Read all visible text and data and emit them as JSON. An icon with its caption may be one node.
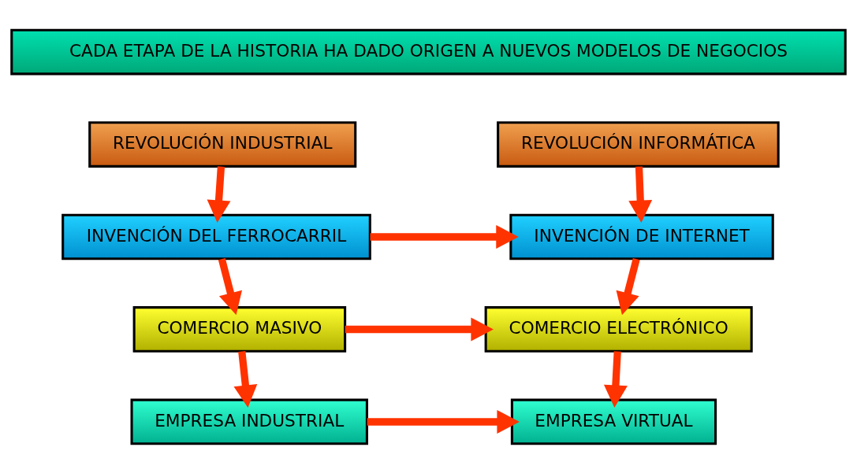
{
  "diagram": {
    "nodes": [
      {
        "text": [
          "CADA ETAPA DE LA HISTORIA HA DADO ORIGEN A NUEVOS MODELOS DE NEGOCIOS"
        ]
      },
      {
        "text": [
          "REVOLUCIÓN INDUSTRIAL"
        ]
      },
      {
        "text": [
          "REVOLUCIÓN INFORMÁTICA"
        ]
      },
      {
        "text": [
          "INVENCIÓN DEL FERROCARRIL"
        ]
      },
      {
        "text": [
          "INVENCIÓN DE INTERNET"
        ]
      },
      {
        "text": [
          "COMERCIO MASIVO"
        ]
      },
      {
        "text": [
          "COMERCIO ELECTRÓNICO"
        ]
      },
      {
        "text": [
          "EMPRESA INDUSTRIAL"
        ]
      },
      {
        "text": [
          "EMPRESA VIRTUAL"
        ]
      }
    ],
    "edges": [
      {
        "from": 1,
        "to": 3,
        "arrow": "to"
      },
      {
        "from": 2,
        "to": 4,
        "arrow": "to"
      },
      {
        "from": 3,
        "to": 4,
        "arrow": "to"
      },
      {
        "from": 3,
        "to": 5,
        "arrow": "to"
      },
      {
        "from": 4,
        "to": 6,
        "arrow": "to"
      },
      {
        "from": 5,
        "to": 6,
        "arrow": "to"
      },
      {
        "from": 5,
        "to": 7,
        "arrow": "to"
      },
      {
        "from": 6,
        "to": 8,
        "arrow": "to"
      },
      {
        "from": 7,
        "to": 8,
        "arrow": "to"
      }
    ]
  }
}
